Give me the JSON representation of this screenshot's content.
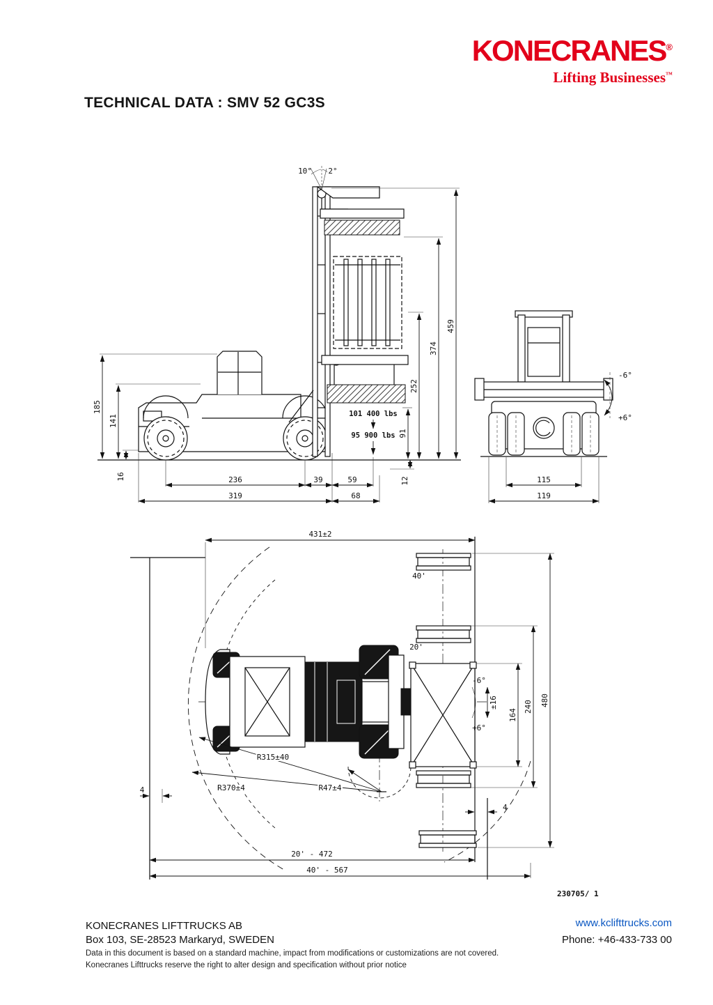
{
  "page": {
    "title": "TECHNICAL DATA : SMV 52 GC3S",
    "doc_ref": "230705/ 1"
  },
  "brand": {
    "logo": "KONECRANES",
    "registered": "®",
    "tagline": "Lifting Businesses",
    "trademark": "™",
    "color": "#e2001a"
  },
  "side_view": {
    "angle_back": "10°",
    "angle_fwd": "2°",
    "h_cab": "185",
    "h_body": "141",
    "h_step": "16",
    "h_total": "459",
    "h_mast": "374",
    "h_spreader": "252",
    "h_load": "91",
    "h_under": "12",
    "l_wheelbase": "236",
    "l_axle": "39",
    "l_load": "59",
    "l_overall": "319",
    "l_front": "68",
    "cap_upper": "101 400 lbs",
    "cap_lower": "95 900 lbs"
  },
  "rear_view": {
    "tilt_up": "-6°",
    "tilt_down": "+6°",
    "track": "115",
    "width": "119"
  },
  "top_view": {
    "w_rear": "431±2",
    "c40": "40'",
    "c20": "20'",
    "rot_neg": "-6°",
    "sideshift": "±16",
    "rot_pos": "+6°",
    "d_spreader": "164",
    "d_mid": "240",
    "d_outer": "480",
    "r_mid": "R315±40",
    "r_outer": "R370±4",
    "r_small": "R47±4",
    "clr_left": "4",
    "clr_right": "4",
    "aisle_20": "20' - 472",
    "aisle_40": "40' - 567"
  },
  "footer": {
    "company": "KONECRANES LIFTTRUCKS AB",
    "address": "Box 103, SE-28523 Markaryd, SWEDEN",
    "note1": "Data in this document is based on a standard machine, impact from modifications or customizations are not covered.",
    "note2": "Konecranes Lifttrucks reserve the right to alter design and specification without prior notice",
    "website": "www.kclifttrucks.com",
    "phone": "Phone: +46-433-733 00"
  }
}
